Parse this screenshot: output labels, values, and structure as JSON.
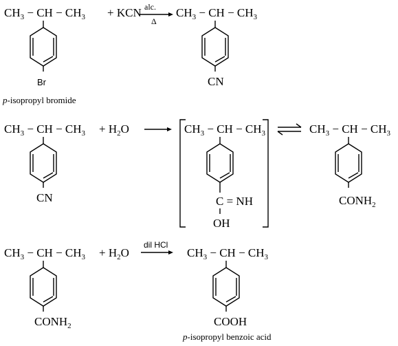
{
  "reactions": [
    {
      "reactant": {
        "top": "CH3 − CH − CH3",
        "sub": "Br",
        "label": "p-isopropyl bromide"
      },
      "reagent": "+ KCN",
      "arrow_top": "alc.",
      "arrow_bottom": "Δ",
      "product": {
        "top": "CH3 − CH − CH3",
        "sub": "CN"
      }
    },
    {
      "reactant": {
        "top": "CH3 − CH − CH3",
        "sub": "CN"
      },
      "reagent": "+ H2O",
      "intermediate": {
        "top": "CH3 − CH − CH3",
        "sub_line1": "C = NH",
        "sub_line2": "OH"
      },
      "product": {
        "top": "CH3 − CH − CH3",
        "sub": "CONH2"
      }
    },
    {
      "reactant": {
        "top": "CH3 − CH − CH3",
        "sub": "CONH2"
      },
      "reagent": "+ H2O",
      "arrow_top": "dil HCl",
      "product": {
        "top": "CH3 − CH − CH3",
        "sub": "COOH",
        "label": "p-isopropyl benzoic acid"
      }
    }
  ]
}
